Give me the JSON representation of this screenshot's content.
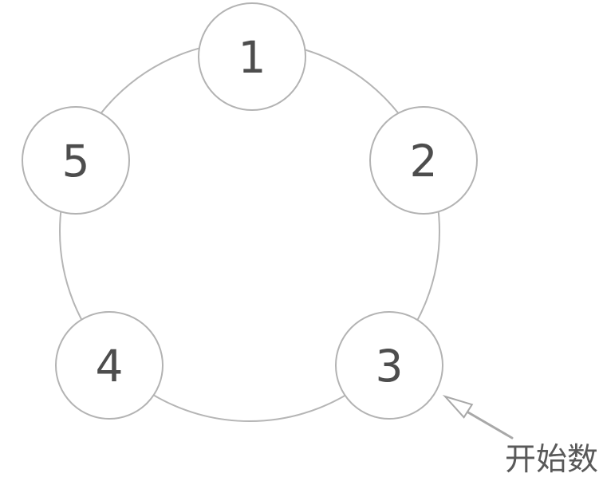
{
  "diagram": {
    "type": "counting-circle",
    "nodes": [
      {
        "label": "1"
      },
      {
        "label": "2"
      },
      {
        "label": "3"
      },
      {
        "label": "4"
      },
      {
        "label": "5"
      }
    ],
    "annotation": {
      "label": "开始数",
      "target_node": "3"
    },
    "colors": {
      "ring_stroke": "#b5b5b5",
      "node_stroke": "#b3b3b3",
      "node_fill": "#ffffff",
      "digit_color": "#4d4d4d",
      "arrow_color": "#a8a8a8",
      "annotation_color": "#595959",
      "background": "#ffffff"
    }
  }
}
